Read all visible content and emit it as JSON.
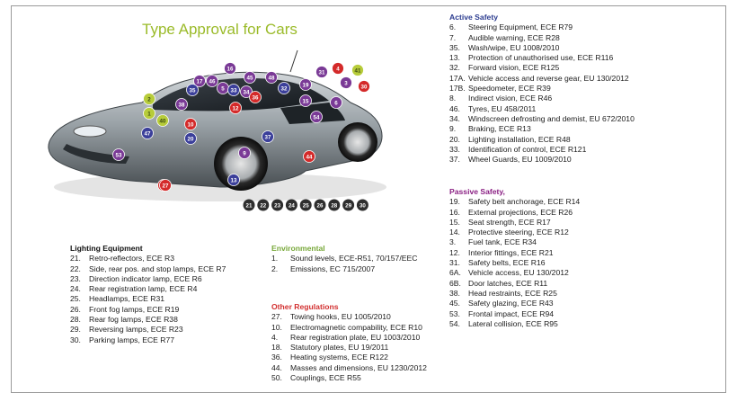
{
  "title": "Type Approval for Cars",
  "colors": {
    "title": "#9bbb2a",
    "active": "#2b3b8f",
    "passive": "#8a1f83",
    "environmental": "#78a83a",
    "other": "#d22f2f",
    "car_body": "#8a9296",
    "badge_blue": "#3b3f9a",
    "badge_purple": "#7a3a96",
    "badge_red": "#d42a2a",
    "badge_green": "#b7cc3a",
    "badge_dark": "#2e2e2e"
  },
  "car_badges": [
    {
      "label": "16",
      "color": "purple"
    },
    {
      "label": "17",
      "color": "purple"
    },
    {
      "label": "35",
      "color": "blue"
    },
    {
      "label": "46",
      "color": "purple"
    },
    {
      "label": "5",
      "color": "purple"
    },
    {
      "label": "33",
      "color": "blue"
    },
    {
      "label": "34",
      "color": "purple"
    },
    {
      "label": "36",
      "color": "red"
    },
    {
      "label": "32",
      "color": "blue"
    },
    {
      "label": "45",
      "color": "purple"
    },
    {
      "label": "48",
      "color": "purple"
    },
    {
      "label": "31",
      "color": "purple"
    },
    {
      "label": "4",
      "color": "red"
    },
    {
      "label": "41",
      "color": "green"
    },
    {
      "label": "30",
      "color": "red"
    },
    {
      "label": "3",
      "color": "purple"
    },
    {
      "label": "19",
      "color": "purple"
    },
    {
      "label": "15",
      "color": "purple"
    },
    {
      "label": "2",
      "color": "green"
    },
    {
      "label": "1",
      "color": "green"
    },
    {
      "label": "40",
      "color": "green"
    },
    {
      "label": "38",
      "color": "purple"
    },
    {
      "label": "12",
      "color": "red"
    },
    {
      "label": "6",
      "color": "purple"
    },
    {
      "label": "47",
      "color": "blue"
    },
    {
      "label": "10",
      "color": "red"
    },
    {
      "label": "20",
      "color": "blue"
    },
    {
      "label": "18",
      "color": "red"
    },
    {
      "label": "37",
      "color": "blue"
    },
    {
      "label": "54",
      "color": "purple"
    },
    {
      "label": "53",
      "color": "purple"
    },
    {
      "label": "9",
      "color": "purple"
    },
    {
      "label": "13",
      "color": "blue"
    },
    {
      "label": "44",
      "color": "red"
    },
    {
      "label": "27",
      "color": "red"
    }
  ],
  "legend_dots": [
    "21",
    "22",
    "23",
    "24",
    "25",
    "26",
    "28",
    "29",
    "30"
  ],
  "active_safety": {
    "heading": "Active Safety",
    "items": [
      {
        "num": "6.",
        "text": "Steering Equipment, ECE R79"
      },
      {
        "num": "7.",
        "text": "Audible warning, ECE R28"
      },
      {
        "num": "35.",
        "text": "Wash/wipe, EU 1008/2010"
      },
      {
        "num": "13.",
        "text": "Protection of unauthorised use, ECE R116"
      },
      {
        "num": "32.",
        "text": "Forward vision, ECE R125"
      },
      {
        "num": "17A.",
        "text": "Vehicle access and reverse gear, EU 130/2012"
      },
      {
        "num": "17B.",
        "text": "Speedometer, ECE R39"
      },
      {
        "num": "8.",
        "text": "Indirect vision, ECE R46"
      },
      {
        "num": "46.",
        "text": "Tyres, EU 458/2011"
      },
      {
        "num": "34.",
        "text": "Windscreen defrosting and demist, EU 672/2010"
      },
      {
        "num": "9.",
        "text": "Braking, ECE R13"
      },
      {
        "num": "20.",
        "text": "Lighting installation, ECE R48"
      },
      {
        "num": "33.",
        "text": "Identification of control, ECE R121"
      },
      {
        "num": "37.",
        "text": "Wheel Guards, EU 1009/2010"
      }
    ]
  },
  "passive_safety": {
    "heading": "Passive Safety,",
    "items": [
      {
        "num": "19.",
        "text": "Safety belt anchorage, ECE R14"
      },
      {
        "num": "16.",
        "text": "External projections, ECE R26"
      },
      {
        "num": "15.",
        "text": "Seat strength, ECE R17"
      },
      {
        "num": "14.",
        "text": "Protective steering, ECE R12"
      },
      {
        "num": "3.",
        "text": "Fuel tank, ECE R34"
      },
      {
        "num": "12.",
        "text": "Interior fittings, ECE R21"
      },
      {
        "num": "31.",
        "text": "Safety belts, ECE R16"
      },
      {
        "num": "6A.",
        "text": "Vehicle access, EU 130/2012"
      },
      {
        "num": "6B.",
        "text": "Door latches, ECE R11"
      },
      {
        "num": "38.",
        "text": "Head restraints, ECE R25"
      },
      {
        "num": "45.",
        "text": "Safety glazing, ECE R43"
      },
      {
        "num": "53.",
        "text": "Frontal impact, ECE R94"
      },
      {
        "num": "54.",
        "text": "Lateral collision, ECE R95"
      }
    ]
  },
  "lighting": {
    "heading": "Lighting Equipment",
    "items": [
      {
        "num": "21.",
        "text": "Retro-reflectors, ECE R3"
      },
      {
        "num": "22.",
        "text": "Side, rear pos. and stop lamps, ECE R7"
      },
      {
        "num": "23.",
        "text": "Direction indicator lamp, ECE R6"
      },
      {
        "num": "24.",
        "text": "Rear registration lamp, ECE R4"
      },
      {
        "num": "25.",
        "text": "Headlamps, ECE R31"
      },
      {
        "num": "26.",
        "text": "Front fog lamps, ECE R19"
      },
      {
        "num": "28.",
        "text": "Rear fog lamps, ECE R38"
      },
      {
        "num": "29.",
        "text": "Reversing lamps, ECE R23"
      },
      {
        "num": "30.",
        "text": "Parking lamps, ECE R77"
      }
    ]
  },
  "environmental": {
    "heading": "Environmental",
    "items": [
      {
        "num": "1.",
        "text": "Sound levels, ECE-R51, 70/157/EEC"
      },
      {
        "num": "2.",
        "text": "Emissions, EC 715/2007"
      }
    ]
  },
  "other": {
    "heading": "Other Regulations",
    "items": [
      {
        "num": "27.",
        "text": "Towing hooks, EU 1005/2010"
      },
      {
        "num": "10.",
        "text": "Electromagnetic compability, ECE R10"
      },
      {
        "num": "4.",
        "text": "Rear registration plate, EU 1003/2010"
      },
      {
        "num": "18.",
        "text": "Statutory plates, EU 19/2011"
      },
      {
        "num": "36.",
        "text": "Heating systems, ECE R122"
      },
      {
        "num": "44.",
        "text": "Masses and dimensions, EU 1230/2012"
      },
      {
        "num": "50.",
        "text": "Couplings, ECE R55"
      }
    ]
  }
}
